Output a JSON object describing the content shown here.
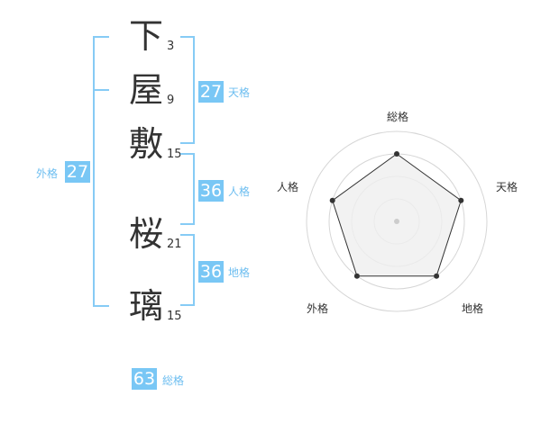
{
  "name_chars": [
    {
      "char": "下",
      "strokes": "3"
    },
    {
      "char": "屋",
      "strokes": "9"
    },
    {
      "char": "敷",
      "strokes": "15"
    },
    {
      "char": "桜",
      "strokes": "21"
    },
    {
      "char": "璃",
      "strokes": "15"
    }
  ],
  "kaku": {
    "tenkaku": {
      "value": "27",
      "label": "天格"
    },
    "jinkaku": {
      "value": "36",
      "label": "人格"
    },
    "chikaku": {
      "value": "36",
      "label": "地格"
    },
    "gaikaku": {
      "value": "27",
      "label": "外格"
    },
    "soukaku": {
      "value": "63",
      "label": "総格"
    }
  },
  "radar": {
    "axes": [
      "総格",
      "天格",
      "地格",
      "外格",
      "人格"
    ],
    "levels": 4,
    "values": [
      0.75,
      0.75,
      0.75,
      0.75,
      0.75
    ],
    "colors": {
      "fill": "#efefef",
      "stroke": "#333333",
      "ring": "#d6d6d6",
      "center": "#cccccc"
    }
  }
}
